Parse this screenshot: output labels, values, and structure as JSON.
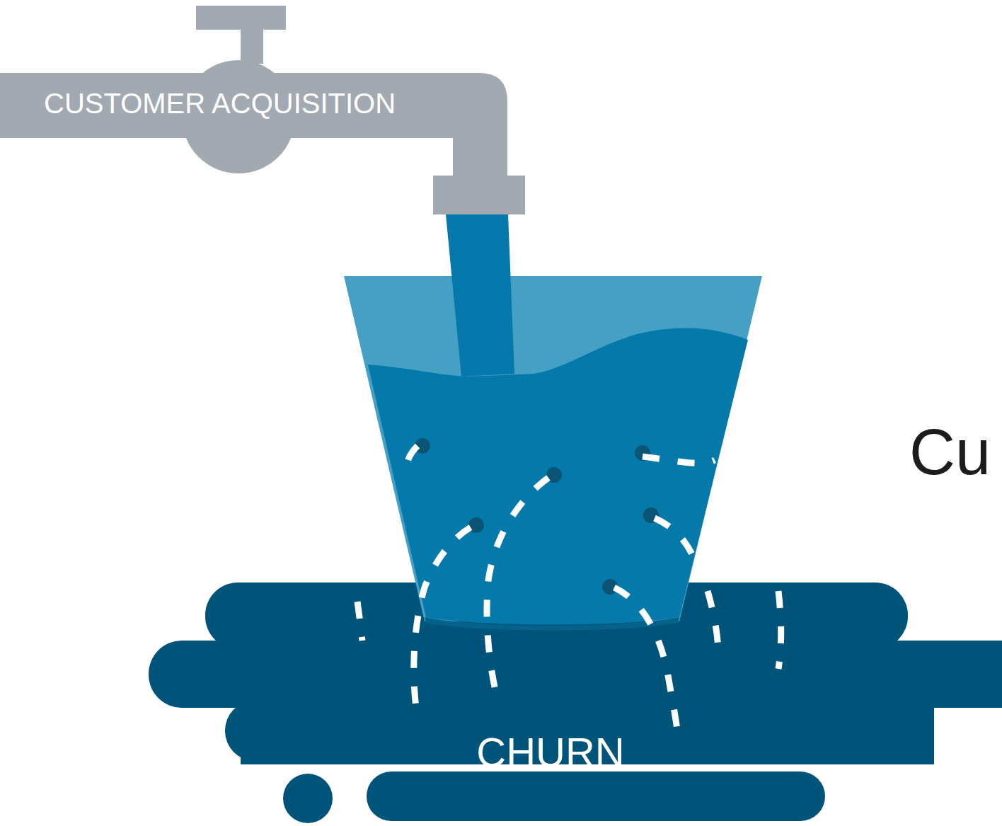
{
  "diagram": {
    "nodes": [
      {
        "text": [
          "CUSTOMER ACQUISITION"
        ]
      },
      {
        "text": [
          "CHURN"
        ]
      }
    ],
    "labels": [
      "Cu"
    ]
  }
}
